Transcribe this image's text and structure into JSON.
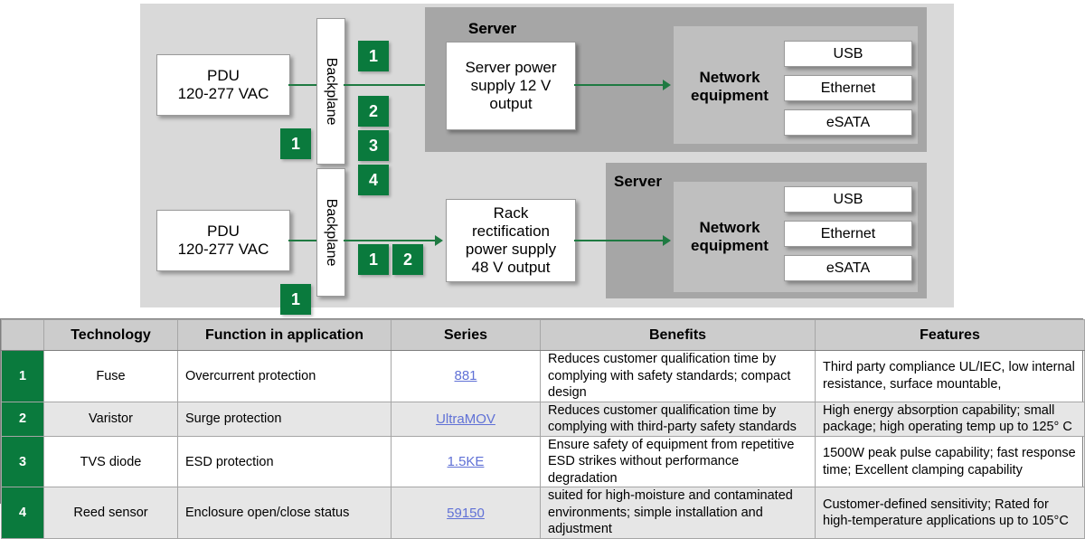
{
  "diagram": {
    "rows": [
      {
        "pdu": "PDU\n120-277 VAC",
        "pdu_line1": "PDU",
        "pdu_line2": "120-277 VAC",
        "backplane_label": "Backplane",
        "pdu_badge": "1",
        "stack_badges": [
          "1",
          "2",
          "3",
          "4"
        ],
        "psu_line1": "Server power",
        "psu_line2": "supply 12 V",
        "psu_line3": "output",
        "server_title": "Server",
        "network_label_line1": "Network",
        "network_label_line2": "equipment",
        "ports": [
          "USB",
          "Ethernet",
          "eSATA"
        ]
      },
      {
        "pdu_line1": "PDU",
        "pdu_line2": "120-277 VAC",
        "backplane_label": "Backplane",
        "pdu_badge": "1",
        "inline_badges": [
          "1",
          "2"
        ],
        "psu_line1": "Rack",
        "psu_line2": "rectification",
        "psu_line3": "power supply",
        "psu_line4": "48 V output",
        "server_title": "Server",
        "network_label_line1": "Network",
        "network_label_line2": "equipment",
        "ports": [
          "USB",
          "Ethernet",
          "eSATA"
        ]
      }
    ],
    "colors": {
      "badge_green": "#0a7a3d",
      "wire_green": "#1f7a42",
      "canvas_gray": "#d9d9d9",
      "server_gray": "#a6a6a6",
      "network_gray": "#bfbfbf"
    }
  },
  "table": {
    "headers": [
      "",
      "Technology",
      "Function in application",
      "Series",
      "Benefits",
      "Features"
    ],
    "rows": [
      {
        "num": "1",
        "technology": "Fuse",
        "function": "Overcurrent protection",
        "series": "881",
        "benefits": "Reduces customer qualification time by complying with safety standards; compact design",
        "features": "Third party compliance UL/IEC, low internal resistance, surface mountable,"
      },
      {
        "num": "2",
        "technology": "Varistor",
        "function": "Surge protection",
        "series": "UltraMOV",
        "benefits": "Reduces customer qualification time by complying with third-party safety standards",
        "features": "High energy absorption capability; small package; high operating temp up to 125° C"
      },
      {
        "num": "3",
        "technology": "TVS diode",
        "function": "ESD protection",
        "series": "1.5KE",
        "benefits": "Ensure safety of equipment from repetitive ESD strikes  without performance degradation",
        "features": "1500W peak pulse capability; fast response time; Excellent clamping capability"
      },
      {
        "num": "4",
        "technology": "Reed sensor",
        "function": "Enclosure open/close status",
        "series": "59150",
        "benefits": "suited for high-moisture and contaminated environments; simple installation and adjustment",
        "features": "Customer-defined sensitivity; Rated for high-temperature applications up to 105°C"
      }
    ],
    "link_color": "#6071d6"
  }
}
